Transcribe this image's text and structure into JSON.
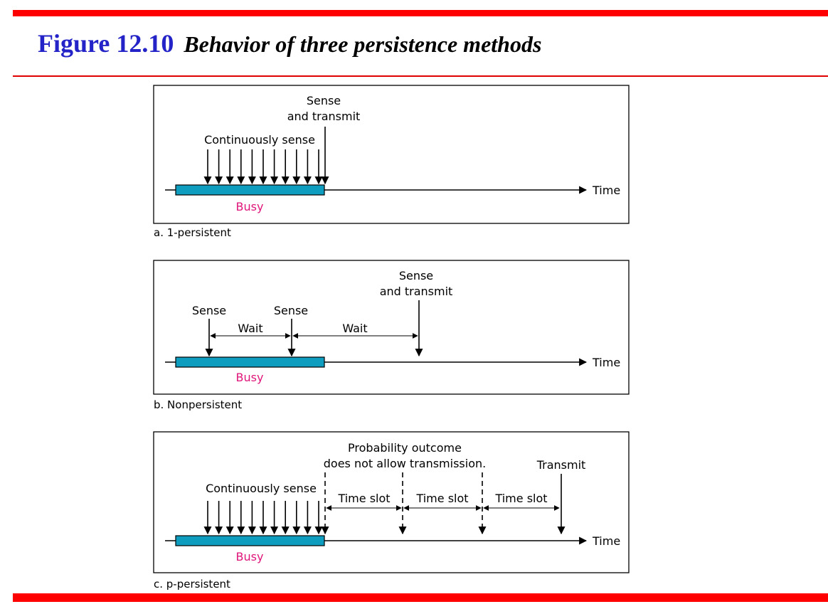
{
  "header": {
    "figure_number": "Figure 12.10",
    "figure_title": "Behavior of three persistence methods"
  },
  "colors": {
    "accent_bar": "#ff0000",
    "figure_number": "#2323c8",
    "busy_bar": "#0f9dbf",
    "busy_label": "#e0157a"
  },
  "panels": [
    {
      "caption": "a. 1-persistent",
      "busy_label": "Busy",
      "time_label": "Time",
      "continuous_label": "Continuously sense",
      "transmit_label": [
        "Sense",
        "and transmit"
      ]
    },
    {
      "caption": "b. Nonpersistent",
      "busy_label": "Busy",
      "time_label": "Time",
      "sense_labels": [
        "Sense",
        "Sense"
      ],
      "wait_labels": [
        "Wait",
        "Wait"
      ],
      "transmit_label": [
        "Sense",
        "and transmit"
      ]
    },
    {
      "caption": "c. p-persistent",
      "busy_label": "Busy",
      "time_label": "Time",
      "continuous_label": "Continuously sense",
      "probability_label": [
        "Probability outcome",
        "does not allow transmission."
      ],
      "slot_labels": [
        "Time slot",
        "Time slot",
        "Time slot"
      ],
      "transmit_label": "Transmit"
    }
  ]
}
